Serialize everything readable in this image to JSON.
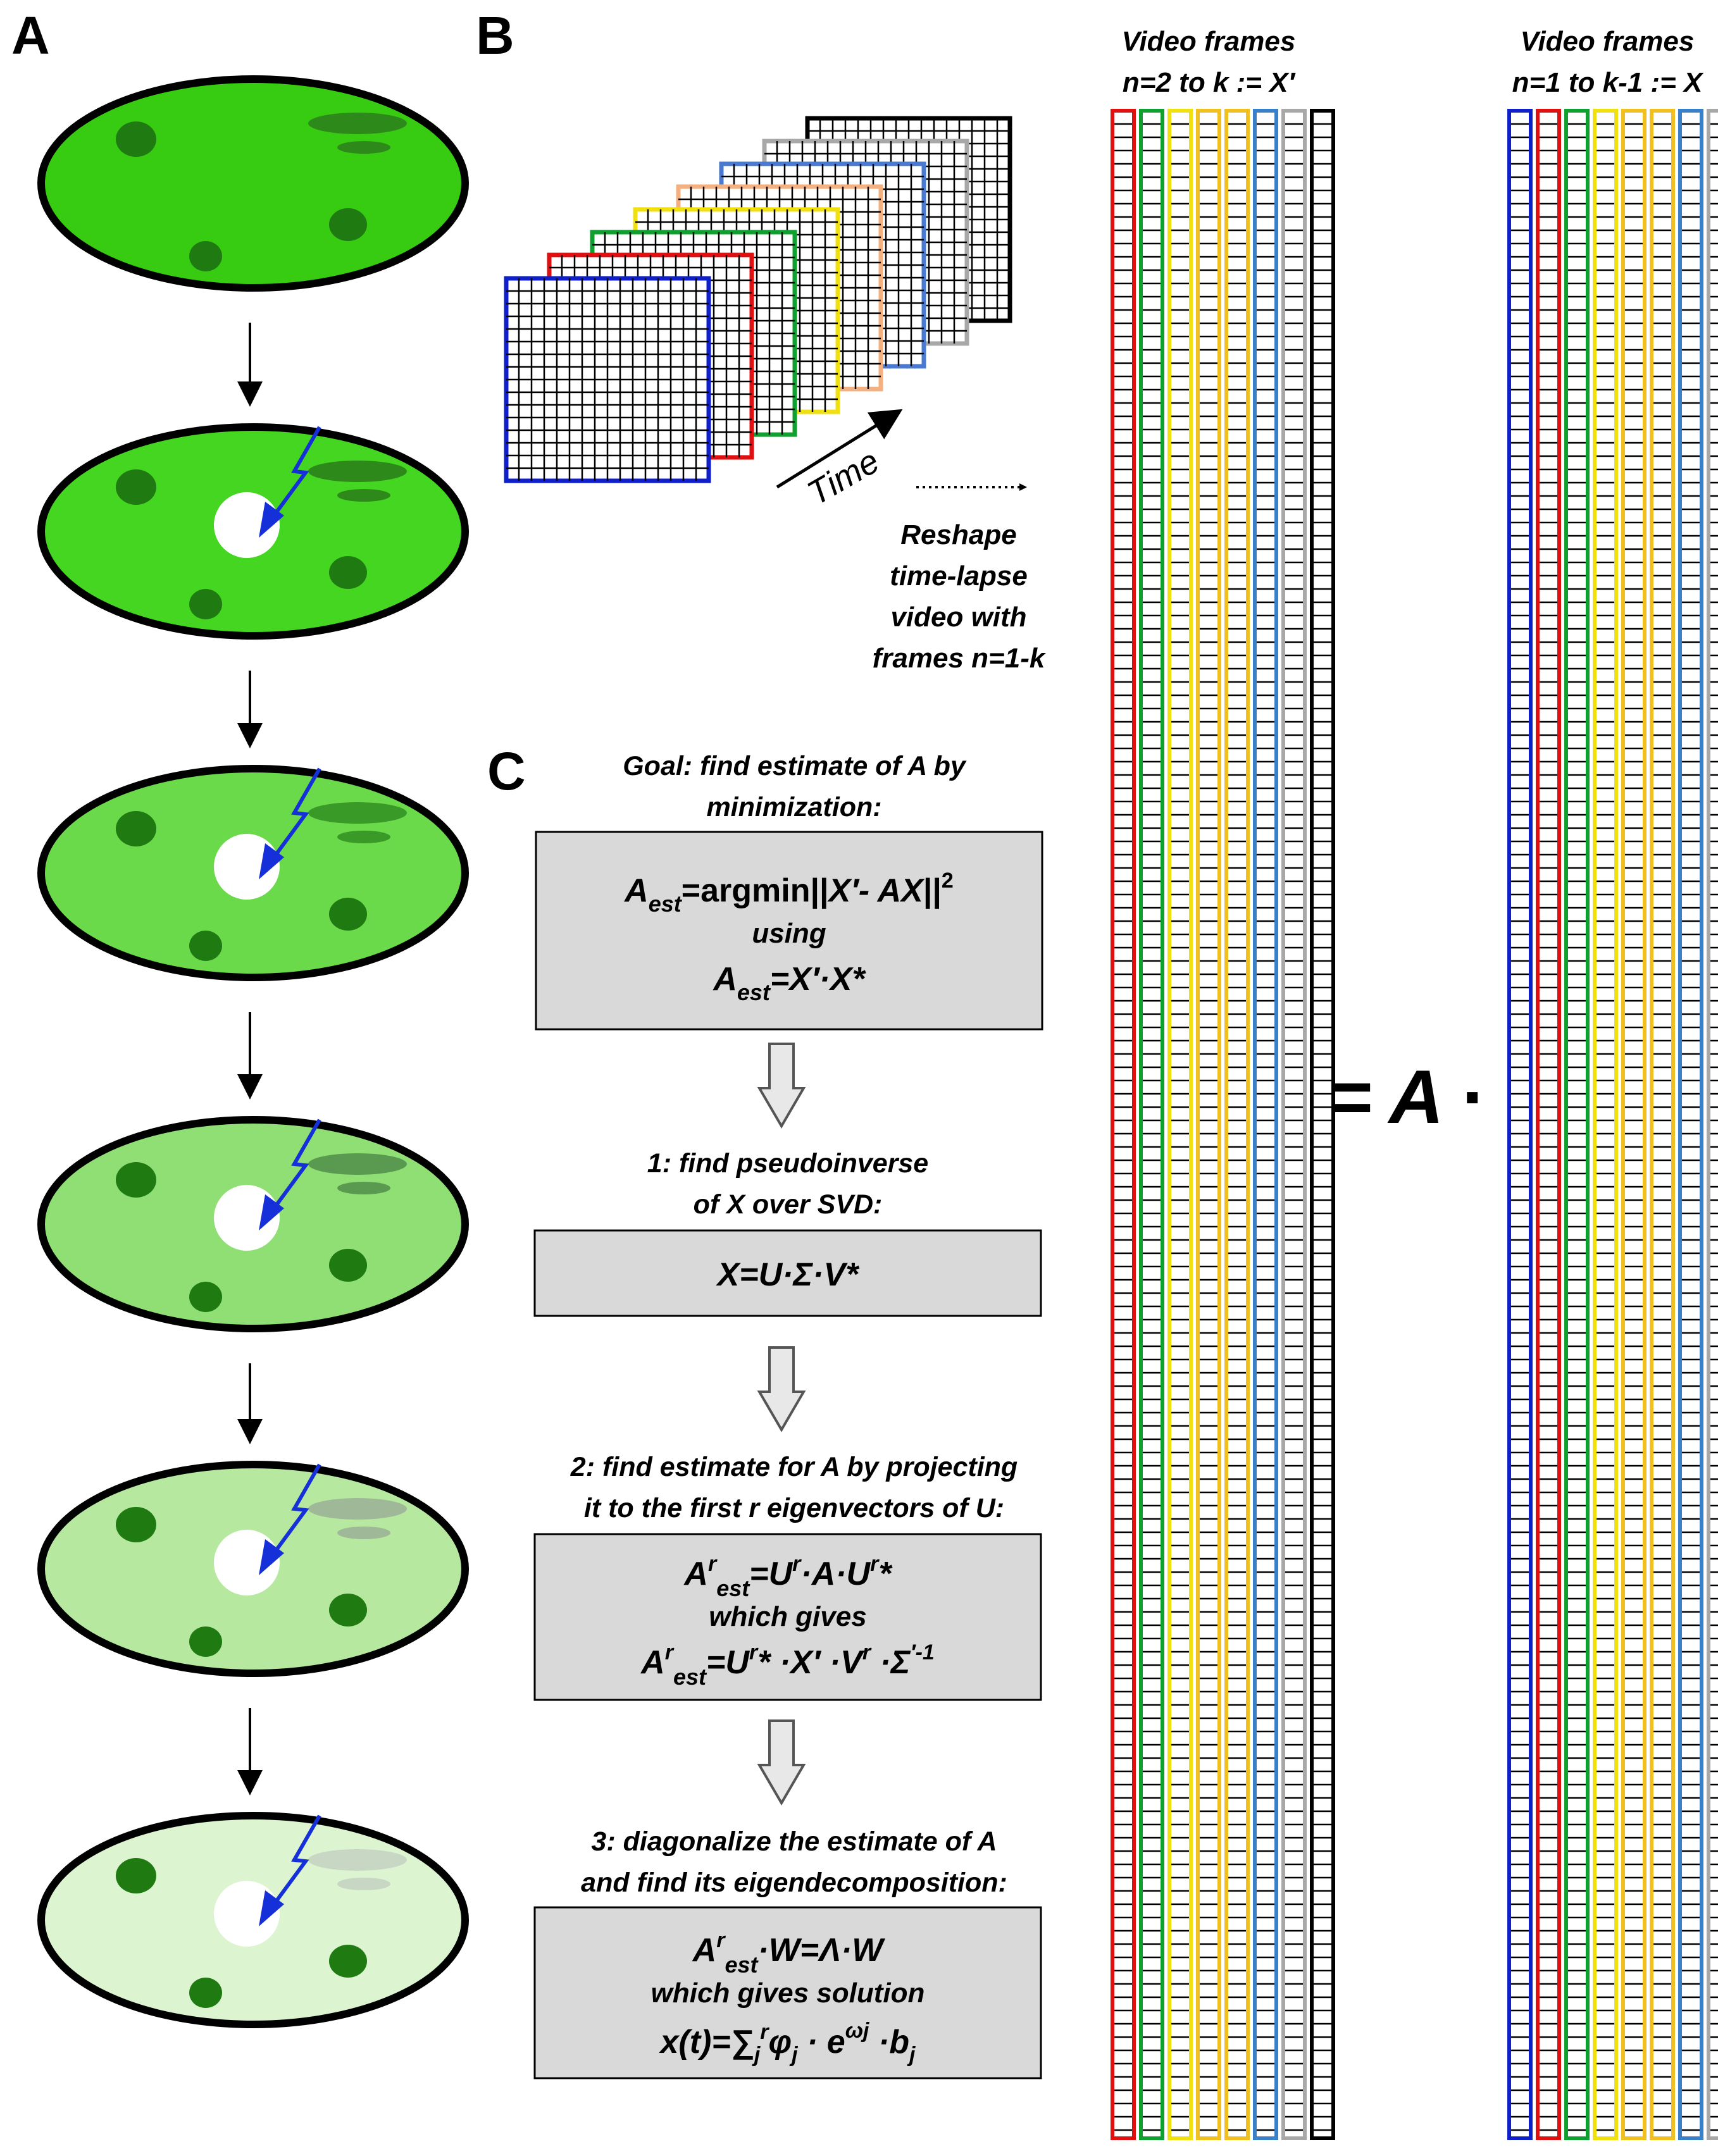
{
  "panels": {
    "a": "A",
    "b": "B",
    "c": "C"
  },
  "colors": {
    "cell_fill": [
      "#37cc12",
      "#44d620",
      "#6ad94a",
      "#8fdf75",
      "#b6e99f",
      "#dcf4cf"
    ],
    "organelle": "#1f7a12",
    "vacuole_band": [
      "#2d8a1a",
      "#2d8a1a",
      "#3a9a28",
      "#5a9a50",
      "#9fb898",
      "#c8d6c4"
    ],
    "bleach_spot": "#ffffff",
    "laser_bolt": "#1530d8",
    "frame_colors": [
      "#1020c8",
      "#e01010",
      "#10a030",
      "#f0e010",
      "#f5b080",
      "#4a7ad0",
      "#a8a8a8",
      "#000000"
    ],
    "matrix_left_colors": [
      "#e01010",
      "#10a030",
      "#f0e010",
      "#f0c020",
      "#f0c020",
      "#3a80c8",
      "#a8a8a8",
      "#000000"
    ],
    "matrix_right_colors": [
      "#1020c8",
      "#e01010",
      "#10a030",
      "#f0e010",
      "#f0c020",
      "#f0c020",
      "#3a80c8",
      "#a8a8a8"
    ],
    "box_fill": "#d9d9d9"
  },
  "panel_b": {
    "time_label": "Time",
    "reshape_label": [
      "Reshape",
      "time-lapse",
      "video with",
      "frames n=1-k"
    ],
    "matrix_left_title": [
      "Video frames",
      "n=2 to k := X′"
    ],
    "matrix_right_title": [
      "Video frames",
      "n=1 to k-1 := X"
    ],
    "equals_sign": "=",
    "operator_symbol": "A",
    "dot_operator": "·"
  },
  "panel_c": {
    "goal": [
      "Goal: find estimate of A by",
      "minimization:"
    ],
    "box1": {
      "line1_prefix": "A",
      "line1_sub": "est",
      "line1_mid": "=argmin||",
      "line1_rest": "X′- AX",
      "line1_end": "||",
      "line1_sup": "2",
      "line2": "using",
      "line3_prefix": "A",
      "line3_sub": "est",
      "line3_rest": "=X′·X*"
    },
    "step1": [
      "1: find pseudoinverse",
      "of X over SVD:"
    ],
    "box2": "X=U·Σ·V*",
    "step2": [
      "2: find estimate for A by projecting",
      "it to the first r eigenvectors of U:"
    ],
    "box3": {
      "line1_a": "A",
      "line1_sup": "r",
      "line1_sub": "est",
      "line1_rest_a": "=U",
      "line1_rest_sup": "r",
      "line1_rest_b": "·A·U",
      "line1_rest_sup2": "r",
      "line1_rest_c": "*",
      "line2": "which gives",
      "line3_a": "A",
      "line3_sup": "r",
      "line3_sub": "est",
      "line3_b": "=U",
      "line3_sup2": "r",
      "line3_c": "* ·X′ ·V",
      "line3_sup3": "r",
      "line3_d": " ·Σ",
      "line3_sup4": "′-1"
    },
    "step3": [
      "3: diagonalize the estimate of A",
      "and find its eigendecomposition:"
    ],
    "box4": {
      "line1_a": "A",
      "line1_sup": "r",
      "line1_sub": "est",
      "line1_rest": "·W=Λ·W",
      "line2": "which gives solution",
      "line3_a": "x(t)=∑",
      "line3_sub": "j",
      "line3_sup": "r",
      "line3_b": "φ",
      "line3_sub2": "j",
      "line3_c": " · e",
      "line3_sup2": "ωj",
      "line3_d": " ·b",
      "line3_sub3": "j"
    }
  }
}
